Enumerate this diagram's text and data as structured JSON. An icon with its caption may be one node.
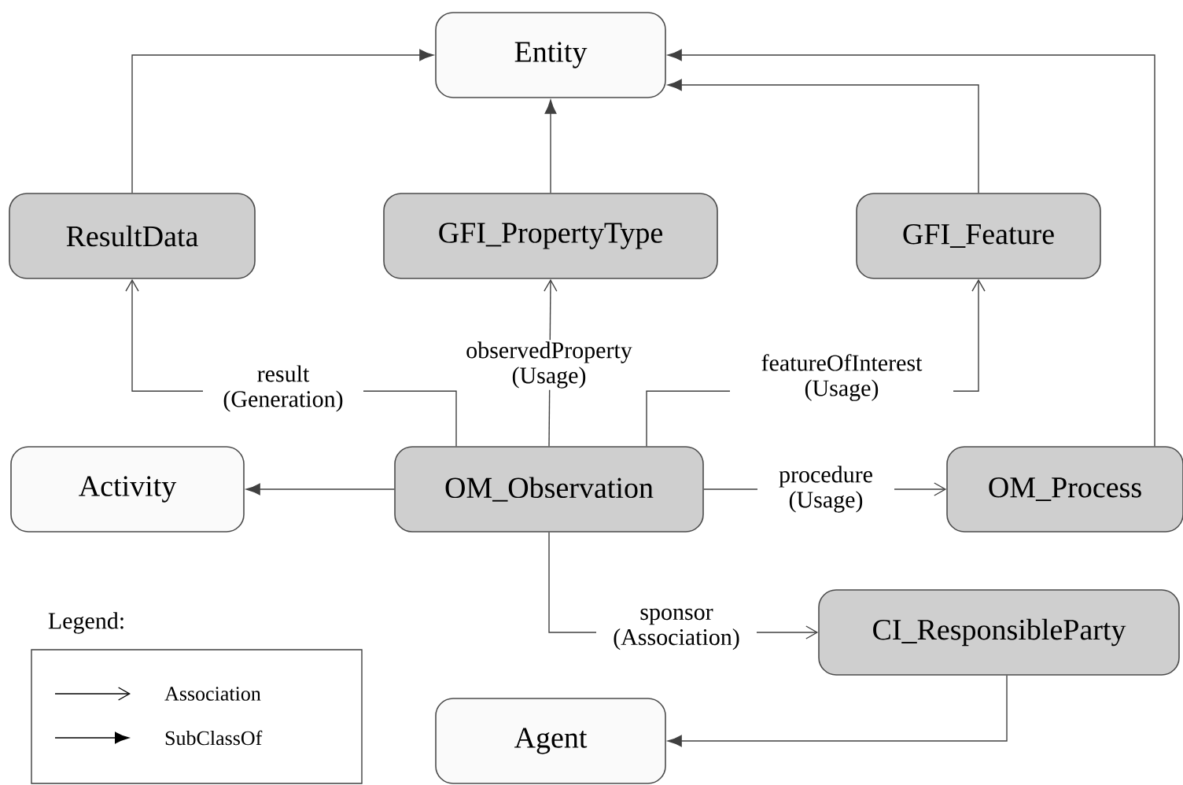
{
  "diagram": {
    "nodes": [
      {
        "text": [
          "Entity"
        ]
      },
      {
        "text": [
          "ResultData"
        ]
      },
      {
        "text": [
          "GFI_PropertyType"
        ]
      },
      {
        "text": [
          "GFI_Feature"
        ]
      },
      {
        "text": [
          "Activity"
        ]
      },
      {
        "text": [
          "OM_Observation"
        ]
      },
      {
        "text": [
          "OM_Process"
        ]
      },
      {
        "text": [
          "CI_ResponsibleParty"
        ]
      },
      {
        "text": [
          "Agent"
        ]
      }
    ],
    "edges": [
      {
        "from": 1,
        "to": 0,
        "arrow": "to"
      },
      {
        "from": 2,
        "to": 0,
        "arrow": "to"
      },
      {
        "from": 3,
        "to": 0,
        "arrow": "to"
      },
      {
        "from": 6,
        "to": 0,
        "arrow": "to"
      },
      {
        "from": 5,
        "to": 1,
        "arrow": "to",
        "label": "result (Generation)"
      },
      {
        "from": 5,
        "to": 2,
        "arrow": "to",
        "label": "observedProperty (Usage)"
      },
      {
        "from": 5,
        "to": 3,
        "arrow": "to",
        "label": "featureOfInterest (Usage)"
      },
      {
        "from": 5,
        "to": 4,
        "arrow": "to"
      },
      {
        "from": 5,
        "to": 6,
        "arrow": "to",
        "label": "procedure (Usage)"
      },
      {
        "from": 5,
        "to": 7,
        "arrow": "to",
        "label": "sponsor (Association)"
      },
      {
        "from": 7,
        "to": 8,
        "arrow": "to"
      }
    ],
    "labels": [
      "Legend:"
    ],
    "legend": [
      {
        "text": "Association"
      },
      {
        "text": "SubClassOf"
      }
    ]
  }
}
